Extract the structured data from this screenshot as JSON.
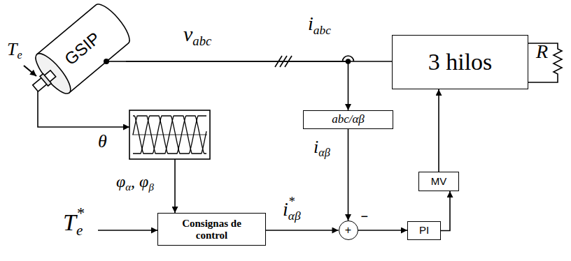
{
  "diagram": {
    "nodes": [
      {
        "text": [
          "GSIP"
        ]
      },
      {
        "text": [
          "3 hilos"
        ]
      },
      {
        "text": [
          "abc/αβ"
        ]
      },
      {
        "text": [
          "MV"
        ]
      },
      {
        "text": [
          "Consignas de control"
        ]
      },
      {
        "text": [
          "+",
          "−"
        ]
      },
      {
        "text": [
          "PI"
        ]
      }
    ],
    "edges": [
      {
        "from": 0,
        "to": 1,
        "arrow": "none"
      },
      {
        "from": 0,
        "to": 2,
        "arrow": "to"
      },
      {
        "from": 2,
        "to": 5,
        "arrow": "to"
      },
      {
        "from": 4,
        "to": 5,
        "arrow": "to"
      },
      {
        "from": 5,
        "to": 6,
        "arrow": "to"
      },
      {
        "from": 6,
        "to": 3,
        "arrow": "to"
      },
      {
        "from": 3,
        "to": 1,
        "arrow": "to"
      }
    ],
    "labels": [
      "Te",
      "vabc",
      "iabc",
      "θ",
      "φα, φβ",
      "R",
      "iαβ",
      "Te*",
      "iαβ*"
    ]
  }
}
